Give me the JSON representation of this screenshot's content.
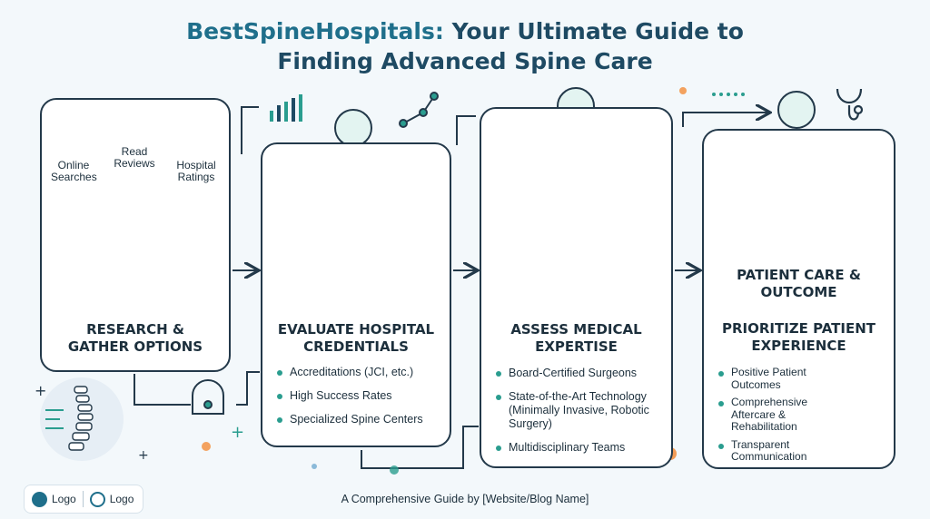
{
  "title": {
    "brand": "BestSpineHospitals:",
    "line1_rest": " Your Ultimate Guide to",
    "line2": "Finding Advanced Spine Care"
  },
  "steps": [
    {
      "heading_1": "RESEARCH &",
      "heading_2": "GATHER OPTIONS",
      "icons": [
        {
          "label_1": "Online",
          "label_2": "Searches",
          "icon": "magnifier-icon"
        },
        {
          "label_1": "Read",
          "label_2": "Reviews",
          "icon": "chat-bubble-icon"
        },
        {
          "label_1": "Hospital",
          "label_2": "Ratings",
          "icon": "star-icon"
        }
      ]
    },
    {
      "heading_1": "EVALUATE HOSPITAL",
      "heading_2": "CREDENTIALS",
      "bullets": [
        "Accreditations (JCI, etc.)",
        "High Success Rates",
        "Specialized Spine Centers"
      ]
    },
    {
      "heading_1": "ASSESS MEDICAL",
      "heading_2": "EXPERTISE",
      "bullets": [
        "Board-Certified Surgeons",
        "State-of-the-Art Technology (Minimally Invasive, Robotic Surgery)",
        "Multidisciplinary Teams"
      ]
    },
    {
      "heading_1": "PATIENT CARE &",
      "heading_2": "OUTCOME",
      "subheading_1": "PRIORITIZE PATIENT",
      "subheading_2": "EXPERIENCE",
      "bullets": [
        "Positive Patient Outcomes",
        "Comprehensive Aftercare & Rehabilitation",
        "Transparent Communication"
      ]
    }
  ],
  "footer": "A Comprehensive Guide by [Website/Blog Name]",
  "logos": [
    "Logo",
    "Logo"
  ],
  "colors": {
    "accent": "#2a9d8f",
    "navy": "#1e4a63",
    "outline": "#23394a",
    "orange": "#f28c38"
  }
}
